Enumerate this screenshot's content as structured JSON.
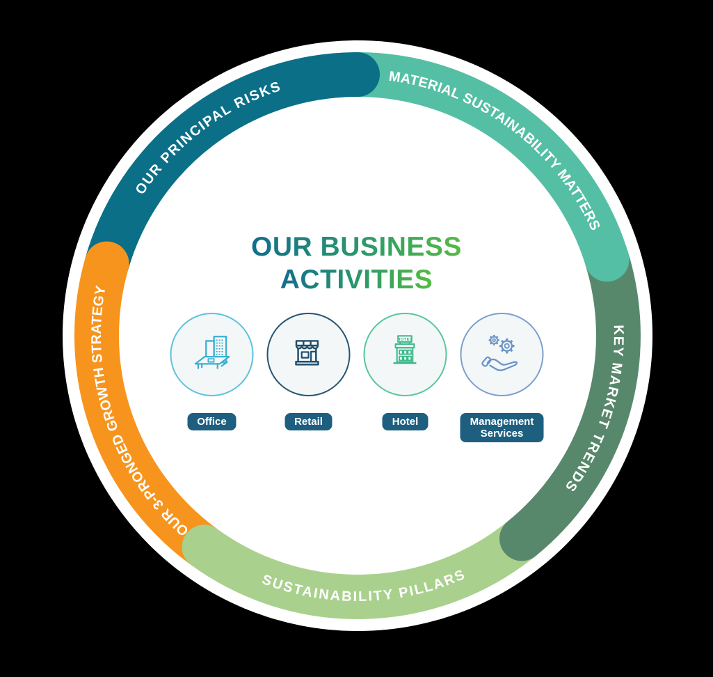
{
  "background_color": "#000000",
  "wheel": {
    "inner_circle_color": "#FFFFFF",
    "label_color": "#FFFFFF",
    "segments": [
      {
        "id": "principal-risks",
        "label": "OUR PRINCIPAL RISKS",
        "color": "#0B6F88"
      },
      {
        "id": "material-sustainability",
        "label": "MATERIAL SUSTAINABILITY MATTERS",
        "color": "#54BFA4"
      },
      {
        "id": "key-market-trends",
        "label": "KEY MARKET TRENDS",
        "color": "#58886C"
      },
      {
        "id": "sustainability-pillars",
        "label": "SUSTAINABILITY PILLARS",
        "color": "#A9D18D"
      },
      {
        "id": "growth-strategy",
        "label": "OUR 3-PRONGED GROWTH STRATEGY",
        "color": "#F7941D"
      }
    ]
  },
  "center": {
    "title": {
      "line1": "OUR BUSINESS",
      "line2": "ACTIVITIES",
      "gradient_start": "#116E8C",
      "gradient_mid": "#2E9A6A",
      "gradient_end": "#55BC42"
    },
    "pill_color": "#1E5F80",
    "pill_text_color": "#FFFFFF",
    "activities": [
      {
        "label": "Office",
        "icon": "office-buildings-icon",
        "accent": "#3BAFD0",
        "ring": "#5CC3DC"
      },
      {
        "label": "Retail",
        "icon": "retail-storefront-icon",
        "accent": "#1F4E6C",
        "ring": "#27536F"
      },
      {
        "label": "Hotel",
        "icon": "hotel-building-icon",
        "accent": "#3DBA8B",
        "ring": "#58C79A",
        "sign_text": "HOTEL"
      },
      {
        "label": "Management Services",
        "icon": "management-gears-hand-icon",
        "accent": "#6B94C6",
        "ring": "#7D9FCE"
      }
    ]
  }
}
